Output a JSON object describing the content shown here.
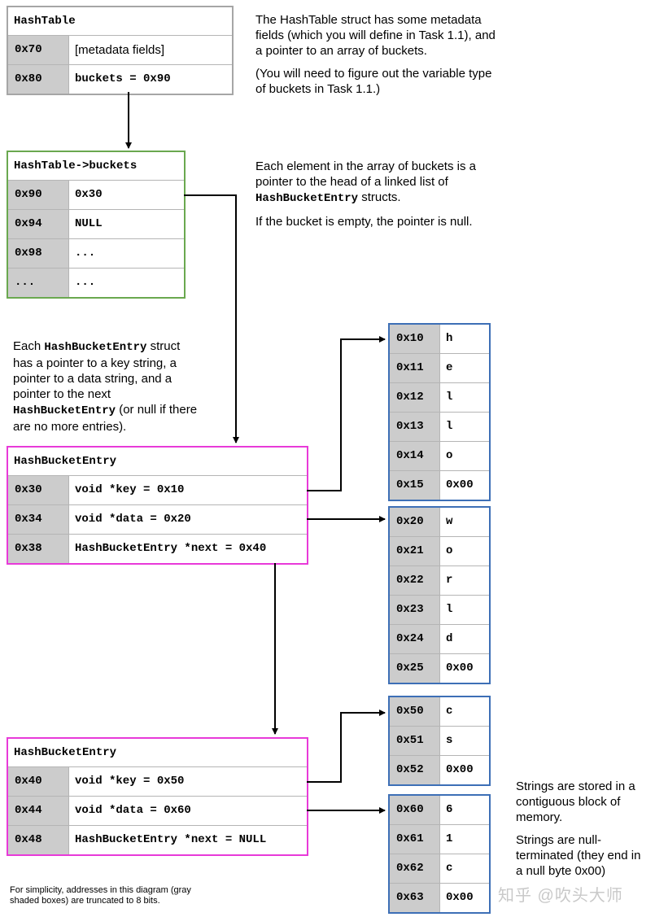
{
  "hashtable": {
    "title": "HashTable",
    "rows": [
      {
        "addr": "0x70",
        "value": "[metadata fields]"
      },
      {
        "addr": "0x80",
        "value": "buckets = 0x90"
      }
    ]
  },
  "buckets": {
    "title": "HashTable->buckets",
    "rows": [
      {
        "addr": "0x90",
        "value": "0x30"
      },
      {
        "addr": "0x94",
        "value": "NULL"
      },
      {
        "addr": "0x98",
        "value": "..."
      },
      {
        "addr": "...",
        "value": "..."
      }
    ]
  },
  "entry1": {
    "title": "HashBucketEntry",
    "rows": [
      {
        "addr": "0x30",
        "value": "void *key = 0x10"
      },
      {
        "addr": "0x34",
        "value": "void *data = 0x20"
      },
      {
        "addr": "0x38",
        "value": "HashBucketEntry *next = 0x40"
      }
    ]
  },
  "entry2": {
    "title": "HashBucketEntry",
    "rows": [
      {
        "addr": "0x40",
        "value": "void *key = 0x50"
      },
      {
        "addr": "0x44",
        "value": "void *data = 0x60"
      },
      {
        "addr": "0x48",
        "value": "HashBucketEntry *next = NULL"
      }
    ]
  },
  "mem_hello": [
    {
      "addr": "0x10",
      "value": "h"
    },
    {
      "addr": "0x11",
      "value": "e"
    },
    {
      "addr": "0x12",
      "value": "l"
    },
    {
      "addr": "0x13",
      "value": "l"
    },
    {
      "addr": "0x14",
      "value": "o"
    },
    {
      "addr": "0x15",
      "value": "0x00"
    }
  ],
  "mem_world": [
    {
      "addr": "0x20",
      "value": "w"
    },
    {
      "addr": "0x21",
      "value": "o"
    },
    {
      "addr": "0x22",
      "value": "r"
    },
    {
      "addr": "0x23",
      "value": "l"
    },
    {
      "addr": "0x24",
      "value": "d"
    },
    {
      "addr": "0x25",
      "value": "0x00"
    }
  ],
  "mem_cs": [
    {
      "addr": "0x50",
      "value": "c"
    },
    {
      "addr": "0x51",
      "value": "s"
    },
    {
      "addr": "0x52",
      "value": "0x00"
    }
  ],
  "mem_61c": [
    {
      "addr": "0x60",
      "value": "6"
    },
    {
      "addr": "0x61",
      "value": "1"
    },
    {
      "addr": "0x62",
      "value": "c"
    },
    {
      "addr": "0x63",
      "value": "0x00"
    }
  ],
  "notes": {
    "hashtable_p1": "The HashTable struct has some metadata fields (which you will define in Task 1.1), and a pointer to an array of buckets.",
    "hashtable_p2": "(You will need to figure out the variable type of buckets in Task 1.1.)",
    "buckets_p1_a": "Each element in the array of buckets is a pointer to the head of a linked list of",
    "buckets_p1_code": "HashBucketEntry",
    "buckets_p1_b": "structs.",
    "buckets_p2": "If the bucket is empty, the pointer is null.",
    "entry_a": "Each",
    "entry_code1": "HashBucketEntry",
    "entry_b": "struct has a pointer to a key string, a pointer to a data string, and a pointer to the next",
    "entry_code2": "HashBucketEntry",
    "entry_c": "(or null if there are no more entries).",
    "strings_p1": "Strings are stored in a contiguous block of memory.",
    "strings_p2": "Strings are null-terminated (they end in a null byte 0x00)",
    "footnote": "For simplicity, addresses in this diagram (gray shaded boxes) are truncated to 8 bits."
  },
  "watermark": "知乎 @吹头大师"
}
